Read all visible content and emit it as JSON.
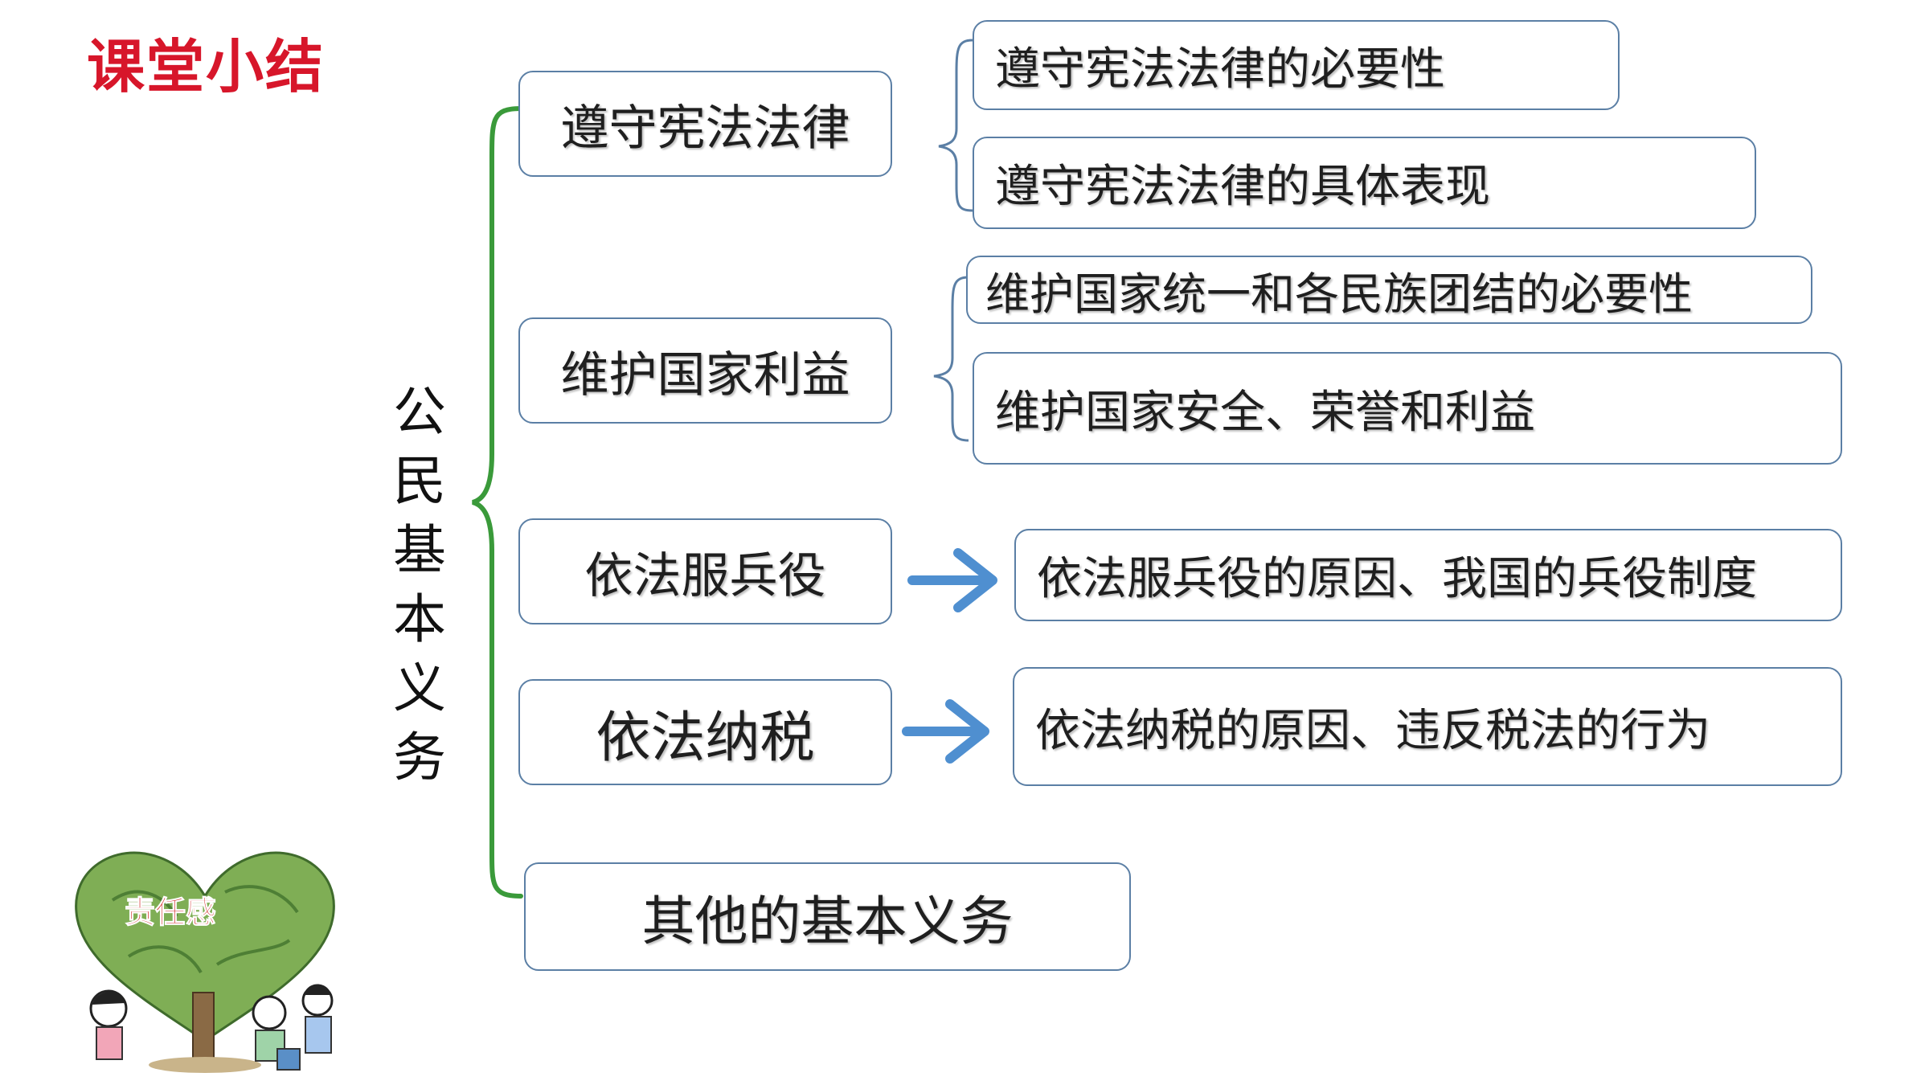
{
  "title": "课堂小结",
  "root": {
    "label": "公民基本义务",
    "chars": [
      "公",
      "民",
      "基",
      "本",
      "义",
      "务"
    ]
  },
  "branches": [
    {
      "label": "遵守宪法法律",
      "children": [
        "遵守宪法法律的必要性",
        "遵守宪法法律的具体表现"
      ]
    },
    {
      "label": "维护国家利益",
      "children": [
        "维护国家统一和各民族团结的必要性",
        "维护国家安全、荣誉和利益"
      ]
    },
    {
      "label": "依法服兵役",
      "children": [
        "依法服兵役的原因、我国的兵役制度"
      ]
    },
    {
      "label": "依法纳税",
      "children": [
        "依法纳税的原因、违反税法的行为"
      ]
    },
    {
      "label": "其他的基本义务",
      "children": []
    }
  ],
  "illustration": {
    "badge_text": "责任感"
  },
  "colors": {
    "title": "#d7162a",
    "main_bracket": "#3a9a3a",
    "sub_bracket": "#5b7fa5",
    "arrow": "#4f8fd0",
    "box_border": "#5b7fa5"
  }
}
